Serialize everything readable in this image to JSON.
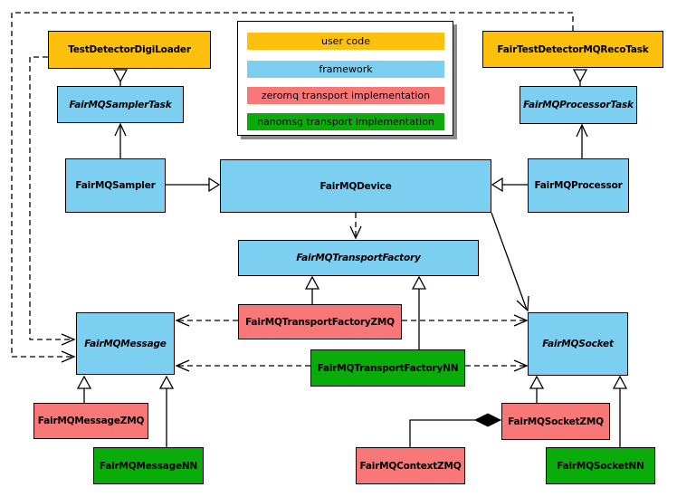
{
  "colors": {
    "user_code": "#FDC10D",
    "framework": "#7DCFF2",
    "zeromq_transport": "#F87878",
    "nanomsg_transport": "#0AAC0A",
    "border": "#000000",
    "background": "#FFFFFF",
    "legend_shadow": "#8C8C8C"
  },
  "legend": {
    "items": [
      {
        "label": "user code",
        "category": "user_code"
      },
      {
        "label": "framework",
        "category": "framework"
      },
      {
        "label": "zeromq transport implementation",
        "category": "zeromq_transport"
      },
      {
        "label": "nanomsg transport implementation",
        "category": "nanomsg_transport"
      }
    ]
  },
  "nodes": {
    "testDetectorDigiLoader": {
      "label": "TestDetectorDigiLoader",
      "category": "user_code",
      "abstract": false
    },
    "fairTestDetectorMQRecoTask": {
      "label": "FairTestDetectorMQRecoTask",
      "category": "user_code",
      "abstract": false
    },
    "fairMQSamplerTask": {
      "label": "FairMQSamplerTask",
      "category": "framework",
      "abstract": true
    },
    "fairMQProcessorTask": {
      "label": "FairMQProcessorTask",
      "category": "framework",
      "abstract": true
    },
    "fairMQSampler": {
      "label": "FairMQSampler",
      "category": "framework",
      "abstract": false
    },
    "fairMQDevice": {
      "label": "FairMQDevice",
      "category": "framework",
      "abstract": false
    },
    "fairMQProcessor": {
      "label": "FairMQProcessor",
      "category": "framework",
      "abstract": false
    },
    "fairMQTransportFactory": {
      "label": "FairMQTransportFactory",
      "category": "framework",
      "abstract": true
    },
    "fairMQTransportFactoryZMQ": {
      "label": "FairMQTransportFactoryZMQ",
      "category": "zeromq_transport",
      "abstract": false
    },
    "fairMQTransportFactoryNN": {
      "label": "FairMQTransportFactoryNN",
      "category": "nanomsg_transport",
      "abstract": false
    },
    "fairMQMessage": {
      "label": "FairMQMessage",
      "category": "framework",
      "abstract": true
    },
    "fairMQSocket": {
      "label": "FairMQSocket",
      "category": "framework",
      "abstract": true
    },
    "fairMQMessageZMQ": {
      "label": "FairMQMessageZMQ",
      "category": "zeromq_transport",
      "abstract": false
    },
    "fairMQMessageNN": {
      "label": "FairMQMessageNN",
      "category": "nanomsg_transport",
      "abstract": false
    },
    "fairMQSocketZMQ": {
      "label": "FairMQSocketZMQ",
      "category": "zeromq_transport",
      "abstract": false
    },
    "fairMQSocketNN": {
      "label": "FairMQSocketNN",
      "category": "nanomsg_transport",
      "abstract": false
    },
    "fairMQContextZMQ": {
      "label": "FairMQContextZMQ",
      "category": "zeromq_transport",
      "abstract": false
    }
  },
  "relations": [
    {
      "from": "TestDetectorDigiLoader",
      "to": "FairMQSamplerTask",
      "type": "generalization"
    },
    {
      "from": "FairTestDetectorMQRecoTask",
      "to": "FairMQProcessorTask",
      "type": "generalization"
    },
    {
      "from": "FairMQSampler",
      "to": "FairMQSamplerTask",
      "type": "association-arrow"
    },
    {
      "from": "FairMQProcessor",
      "to": "FairMQProcessorTask",
      "type": "association-arrow"
    },
    {
      "from": "FairMQSampler",
      "to": "FairMQDevice",
      "type": "generalization"
    },
    {
      "from": "FairMQProcessor",
      "to": "FairMQDevice",
      "type": "generalization"
    },
    {
      "from": "FairMQDevice",
      "to": "FairMQTransportFactory",
      "type": "dashed-dependency"
    },
    {
      "from": "FairMQDevice",
      "to": "FairMQSocket",
      "type": "association-arrow"
    },
    {
      "from": "FairMQTransportFactoryZMQ",
      "to": "FairMQTransportFactory",
      "type": "generalization"
    },
    {
      "from": "FairMQTransportFactoryNN",
      "to": "FairMQTransportFactory",
      "type": "generalization"
    },
    {
      "from": "FairMQTransportFactoryZMQ",
      "to": "FairMQMessage",
      "type": "dashed-dependency"
    },
    {
      "from": "FairMQTransportFactoryZMQ",
      "to": "FairMQSocket",
      "type": "dashed-dependency"
    },
    {
      "from": "FairMQTransportFactoryNN",
      "to": "FairMQMessage",
      "type": "dashed-dependency"
    },
    {
      "from": "FairMQTransportFactoryNN",
      "to": "FairMQSocket",
      "type": "dashed-dependency"
    },
    {
      "from": "TestDetectorDigiLoader",
      "to": "FairMQMessage",
      "type": "dashed-dependency"
    },
    {
      "from": "FairTestDetectorMQRecoTask",
      "to": "FairMQMessage",
      "type": "dashed-dependency"
    },
    {
      "from": "FairMQMessageZMQ",
      "to": "FairMQMessage",
      "type": "generalization"
    },
    {
      "from": "FairMQMessageNN",
      "to": "FairMQMessage",
      "type": "generalization"
    },
    {
      "from": "FairMQSocketZMQ",
      "to": "FairMQSocket",
      "type": "generalization"
    },
    {
      "from": "FairMQSocketNN",
      "to": "FairMQSocket",
      "type": "generalization"
    },
    {
      "from": "FairMQContextZMQ",
      "to": "FairMQSocketZMQ",
      "type": "composition"
    }
  ]
}
